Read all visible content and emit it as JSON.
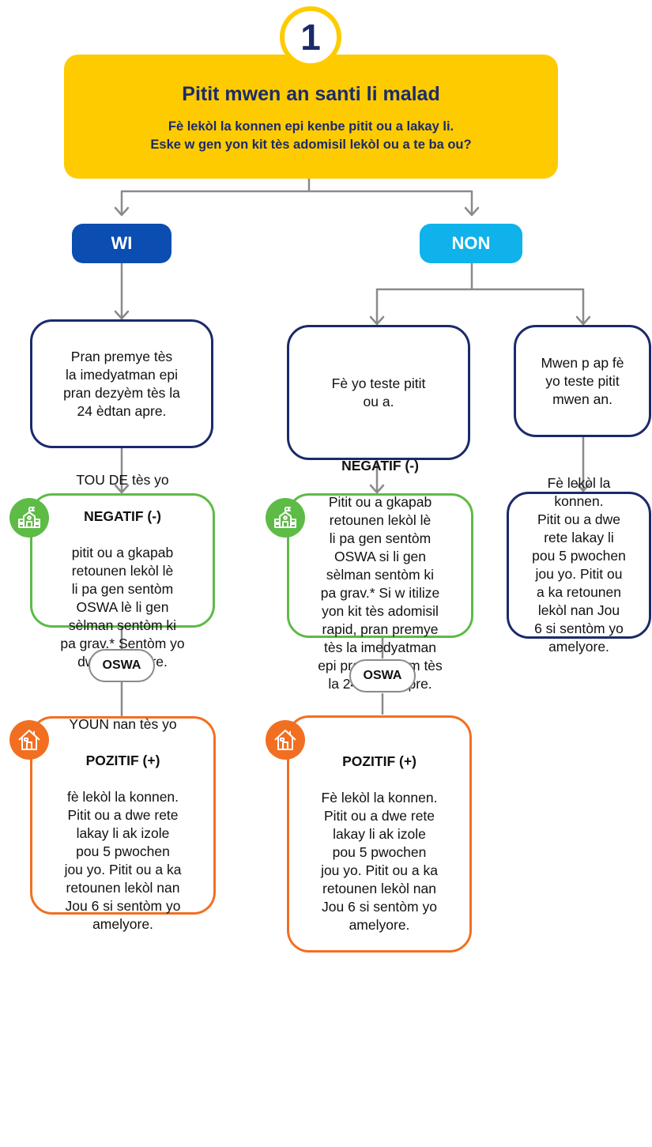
{
  "step_number": "1",
  "header": {
    "title": "Pitit mwen an santi li malad",
    "line1": "Fè lekòl la konnen epi kenbe pitit ou a lakay li.",
    "line2": "Eske w gen yon kit tès adomisil lekòl ou a te ba ou?"
  },
  "yes_label": "WI",
  "no_label": "NON",
  "yes_branch": {
    "test_instruction": "Pran premye tès\nla imedyatman epi\npran dezyèm tès la\n24 èdtan apre.",
    "negative": {
      "intro": "TOU DE tès yo",
      "label": "NEGATIF (-)",
      "text": "pitit ou a gkapab\nretounen lekòl lè\nli pa gen sentòm\nOSWA lè li gen\nsèlman sentòm ki\npa grav.* Sentòm yo\ndwe amelyore."
    },
    "oswa": "OSWA",
    "positive": {
      "intro": "YOUN nan tès yo",
      "label": "POZITIF (+)",
      "text": "fè lekòl la konnen.\nPitit ou a dwe rete\nlakay li ak izole\npou 5 pwochen\njou yo. Pitit ou a ka\nretounen lekòl nan\nJou 6 si sentòm yo\namelyore."
    }
  },
  "no_branch": {
    "test_instruction": "Fè yo teste pitit\nou a.",
    "negative": {
      "label": "NEGATIF (-)",
      "text": "Pitit ou a gkapab\nretounen lekòl lè\nli pa gen sentòm\nOSWA si li gen\nsèlman sentòm ki\npa grav.* Si w itilize\nyon kit tès adomisil\nrapid, pran premye\ntès la imedyatman\nepi pran dezyèm tès\nla 24 èdtan apre."
    },
    "oswa": "OSWA",
    "positive": {
      "label": "POZITIF (+)",
      "text": "Fè lekòl la konnen.\nPitit ou a dwe rete\nlakay li ak izole\npou 5 pwochen\njou yo. Pitit ou a ka\nretounen lekòl nan\nJou 6 si sentòm yo\namelyore."
    }
  },
  "no_test_branch": {
    "instruction": "Mwen p ap fè\nyo teste pitit\nmwen an.",
    "outcome": "Fè lekòl la\nkonnen.\nPitit ou a dwe\nrete lakay li\npou 5 pwochen\njou yo. Pitit ou\na ka retounen\nlekòl nan Jou\n6 si sentòm yo\namelyore."
  },
  "icons": {
    "negative": "school-icon",
    "positive": "house-icon"
  },
  "colors": {
    "header": "#fecb00",
    "yes": "#0b4db0",
    "no": "#0fb2ea",
    "navy": "#1b2a6b",
    "negative": "#5dbb46",
    "positive": "#f26f21",
    "connector": "#8a8a8a"
  }
}
